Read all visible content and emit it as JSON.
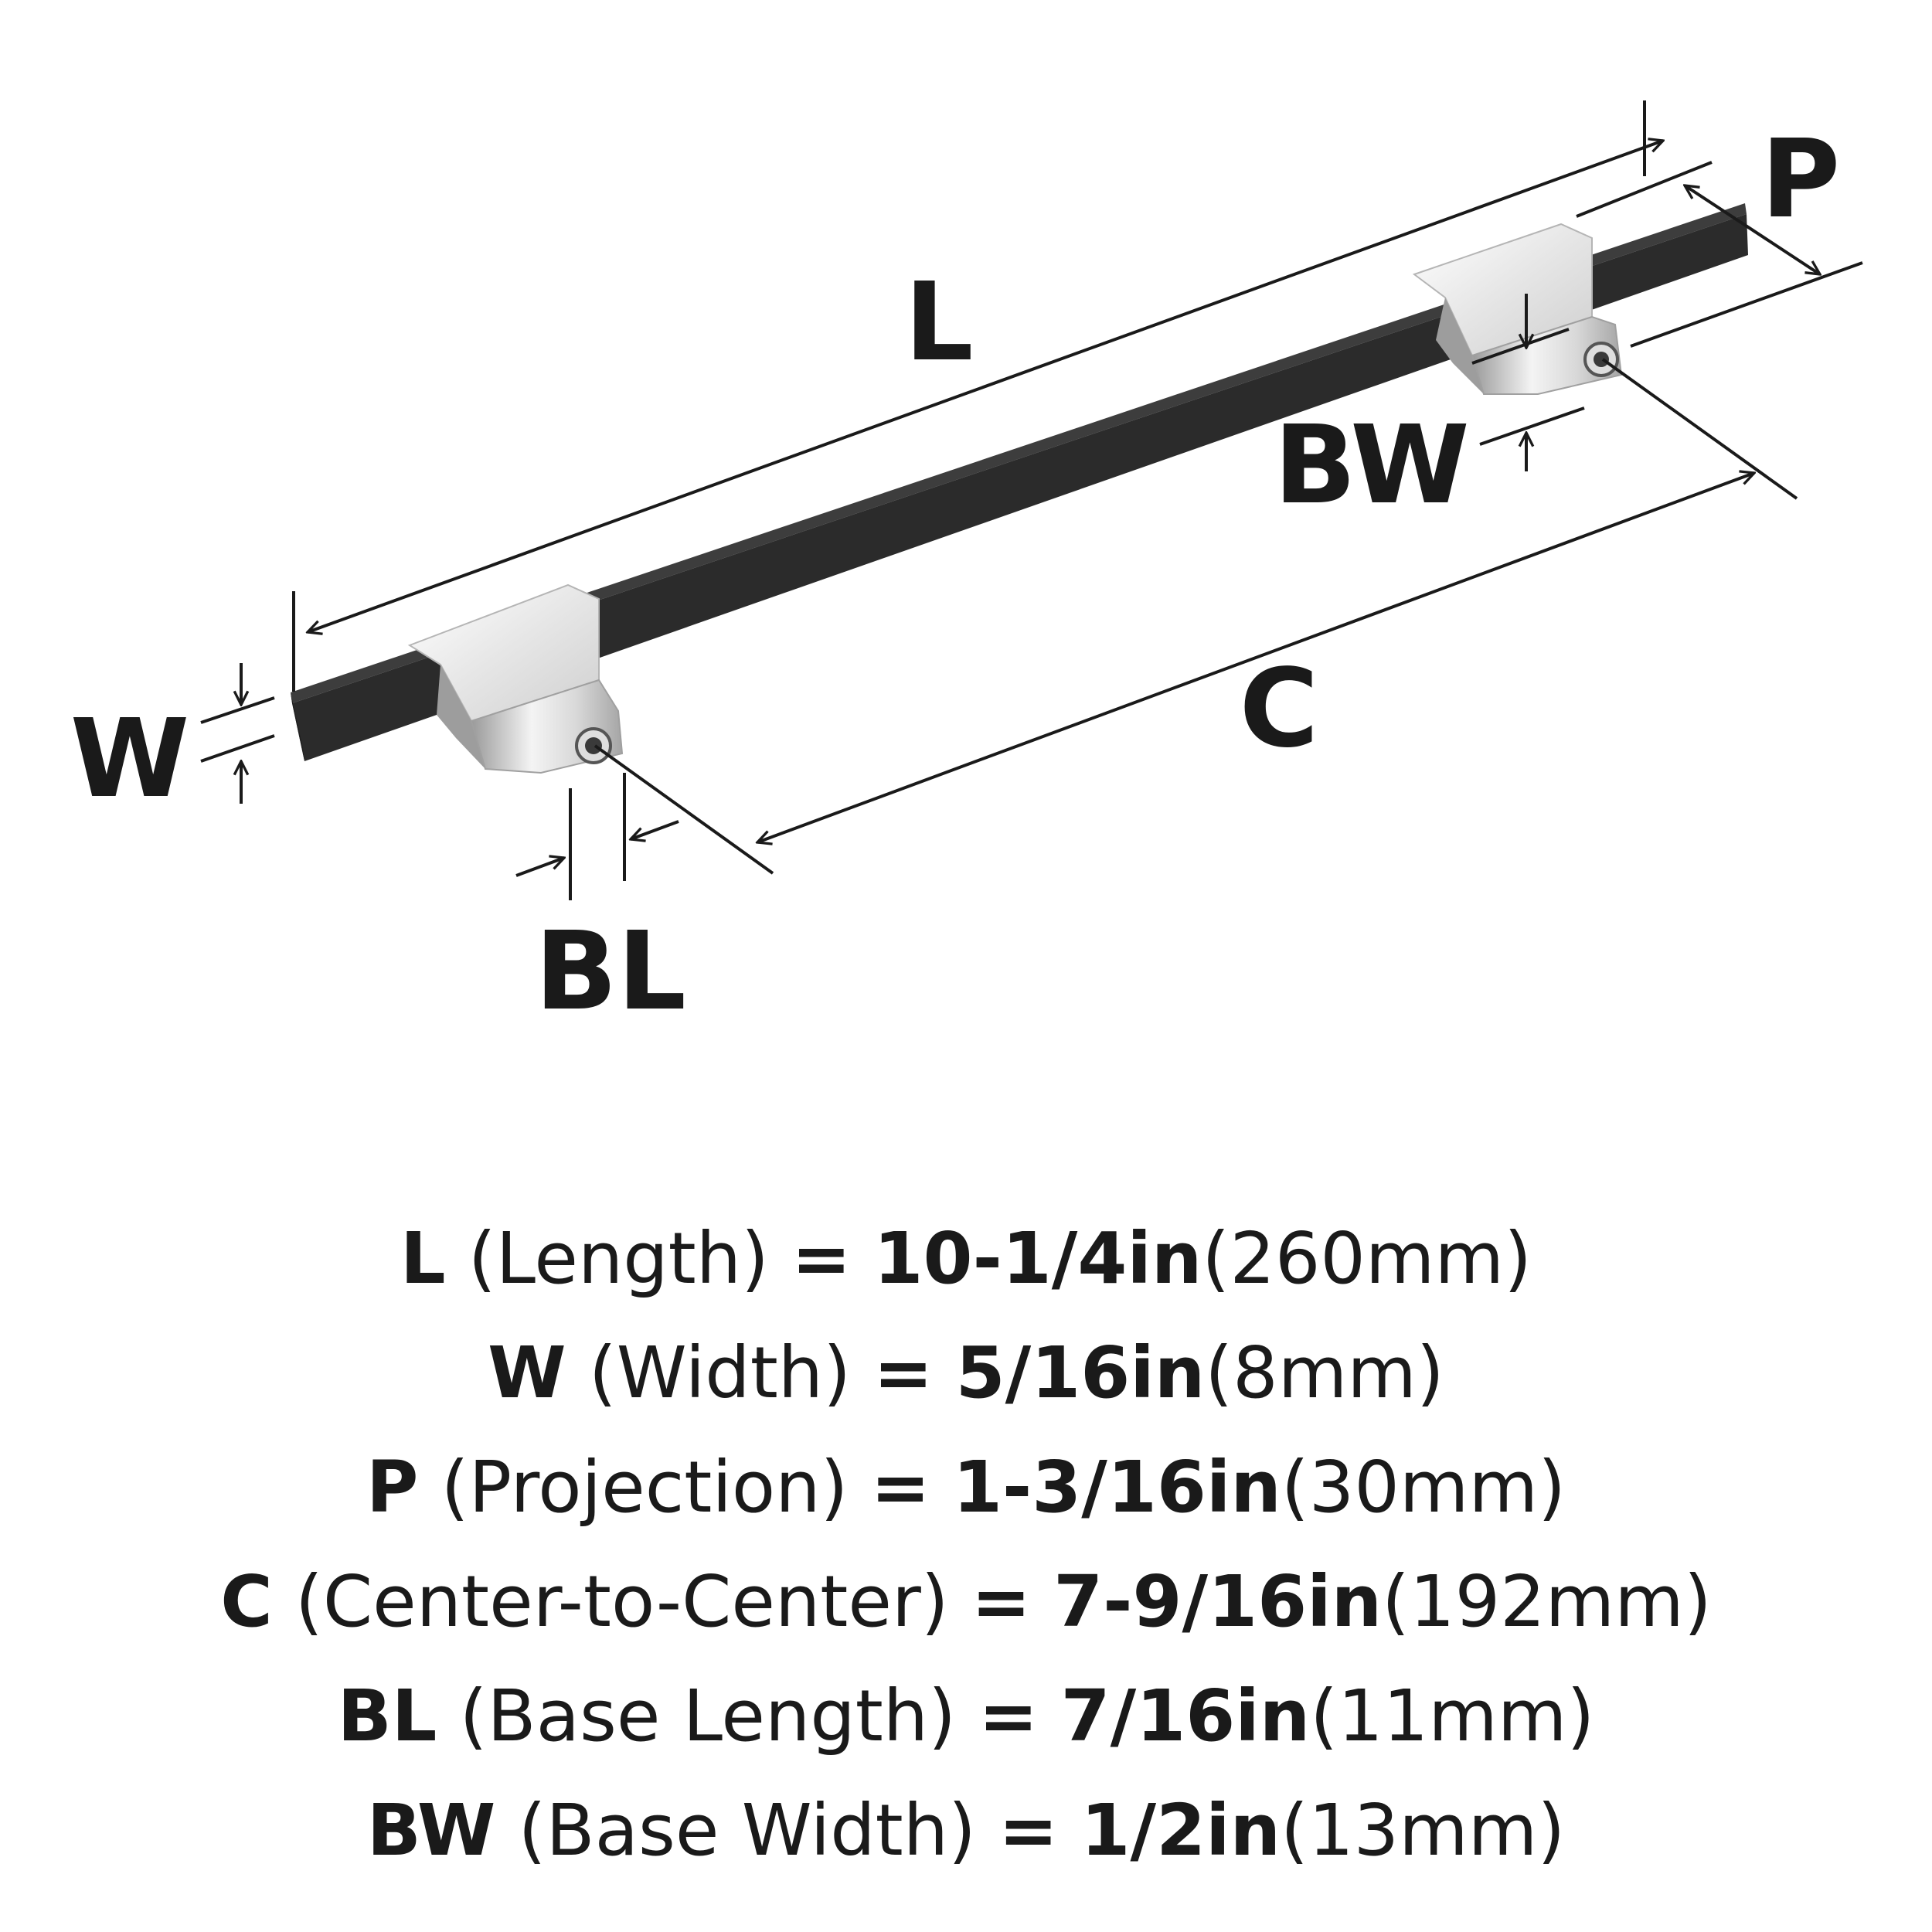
{
  "labels": {
    "L": "L",
    "P": "P",
    "W": "W",
    "BW": "BW",
    "C": "C",
    "BL": "BL"
  },
  "specs": [
    {
      "code": "L",
      "name": "(Length)",
      "eq": "=",
      "imperial": "10-1/4in",
      "metric": "(260mm)"
    },
    {
      "code": "W",
      "name": "(Width)",
      "eq": "=",
      "imperial": "5/16in",
      "metric": "(8mm)"
    },
    {
      "code": "P",
      "name": "(Projection)",
      "eq": "=",
      "imperial": "1-3/16in",
      "metric": "(30mm)"
    },
    {
      "code": "C",
      "name": "(Center-to-Center)",
      "eq": "=",
      "imperial": "7-9/16in",
      "metric": "(192mm)"
    },
    {
      "code": "BL",
      "name": "(Base Length)",
      "eq": "=",
      "imperial": "7/16in",
      "metric": "(11mm)"
    },
    {
      "code": "BW",
      "name": "(Base Width)",
      "eq": "=",
      "imperial": "1/2in",
      "metric": "(13mm)"
    }
  ],
  "colors": {
    "bar": "#2b2b2b",
    "chrome_light": "#f2f2f2",
    "chrome_mid": "#c9c9c9",
    "chrome_dark": "#8c8c8c",
    "line": "#1a1a1a"
  }
}
